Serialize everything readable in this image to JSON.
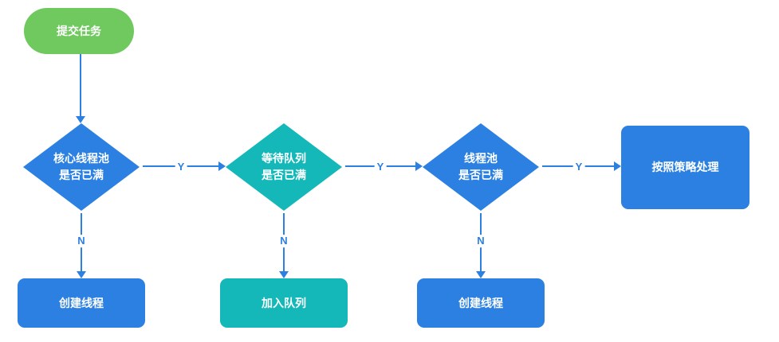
{
  "colors": {
    "start_green": "#6fc95f",
    "primary_blue": "#2b80e1",
    "teal": "#14b8b8",
    "connector_blue": "#2b80e1",
    "node_text": "#ffffff"
  },
  "nodes": {
    "start": {
      "label": "提交任务",
      "shape": "pill",
      "color": "#6fc95f"
    },
    "decision_core_pool": {
      "label": "核心线程池\n是否已满",
      "shape": "diamond",
      "color": "#2b80e1"
    },
    "decision_wait_queue": {
      "label": "等待队列\n是否已满",
      "shape": "diamond",
      "color": "#14b8b8"
    },
    "decision_thread_pool": {
      "label": "线程池\n是否已满",
      "shape": "diamond",
      "color": "#2b80e1"
    },
    "process_policy": {
      "label": "按照策略处理",
      "shape": "rect",
      "color": "#2b80e1"
    },
    "process_create_thread_1": {
      "label": "创建线程",
      "shape": "rect",
      "color": "#2b80e1"
    },
    "process_join_queue": {
      "label": "加入队列",
      "shape": "rect",
      "color": "#14b8b8"
    },
    "process_create_thread_2": {
      "label": "创建线程",
      "shape": "rect",
      "color": "#2b80e1"
    }
  },
  "edges": {
    "y1": "Y",
    "y2": "Y",
    "y3": "Y",
    "n1": "N",
    "n2": "N",
    "n3": "N"
  }
}
